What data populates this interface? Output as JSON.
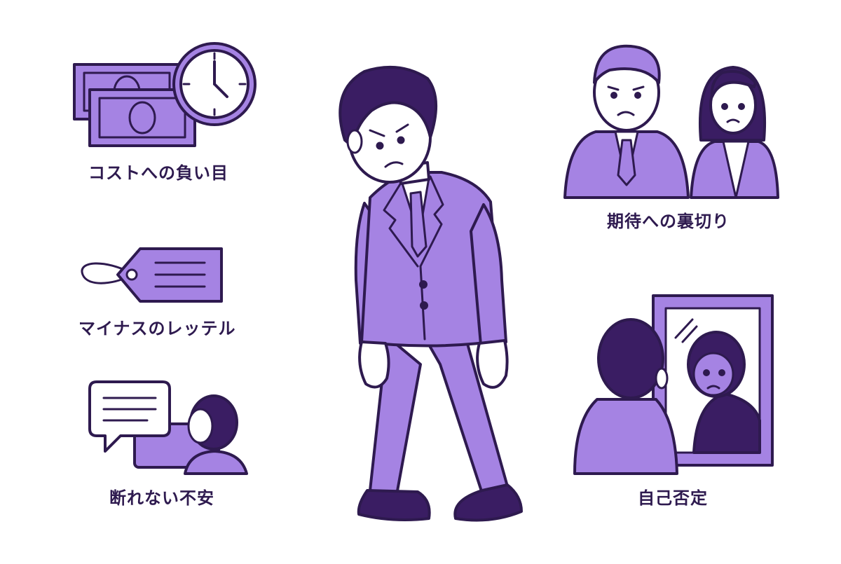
{
  "colors": {
    "purple": "#a583e3",
    "purple_light": "#b89cee",
    "dark": "#3a1d63",
    "ink": "#2e1a4f",
    "background": "#ffffff"
  },
  "labels": {
    "cost": "コストへの負い目",
    "tag": "マイナスのレッテル",
    "anxiety": "断れない不安",
    "expectation": "期待への裏切り",
    "self_denial": "自己否定"
  },
  "icons": {
    "cost": [
      "money-icon",
      "clock-icon"
    ],
    "tag": "price-tag-icon",
    "anxiety": [
      "speech-bubble-icon",
      "listening-person-icon"
    ],
    "expectation": "disappointed-parents-icon",
    "self_denial": "mirror-reflection-icon",
    "center": "dejected-businessman"
  }
}
